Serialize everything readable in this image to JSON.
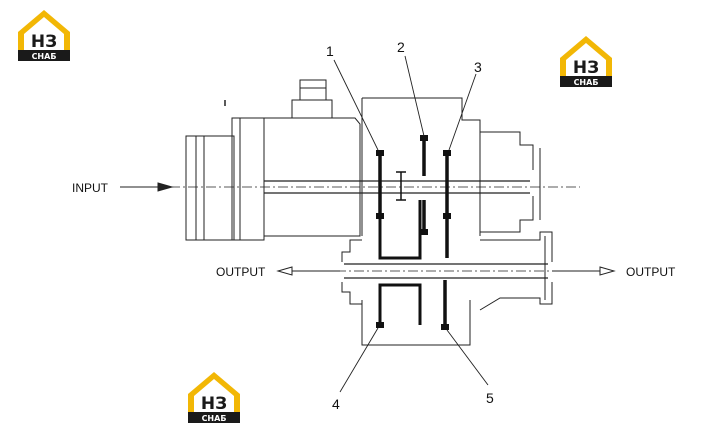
{
  "labels": {
    "input": "INPUT",
    "output_left": "OUTPUT",
    "output_right": "OUTPUT",
    "callouts": [
      "1",
      "2",
      "3",
      "4",
      "5"
    ]
  },
  "logo": {
    "letters": "НЗ",
    "word": "СНАБ",
    "colors": {
      "house": "#f2b705",
      "letters": "#1a1a1a",
      "band": "#1a1a1a",
      "word": "#ffffff"
    }
  },
  "colors": {
    "line": "#222222",
    "gear": "#111111"
  }
}
